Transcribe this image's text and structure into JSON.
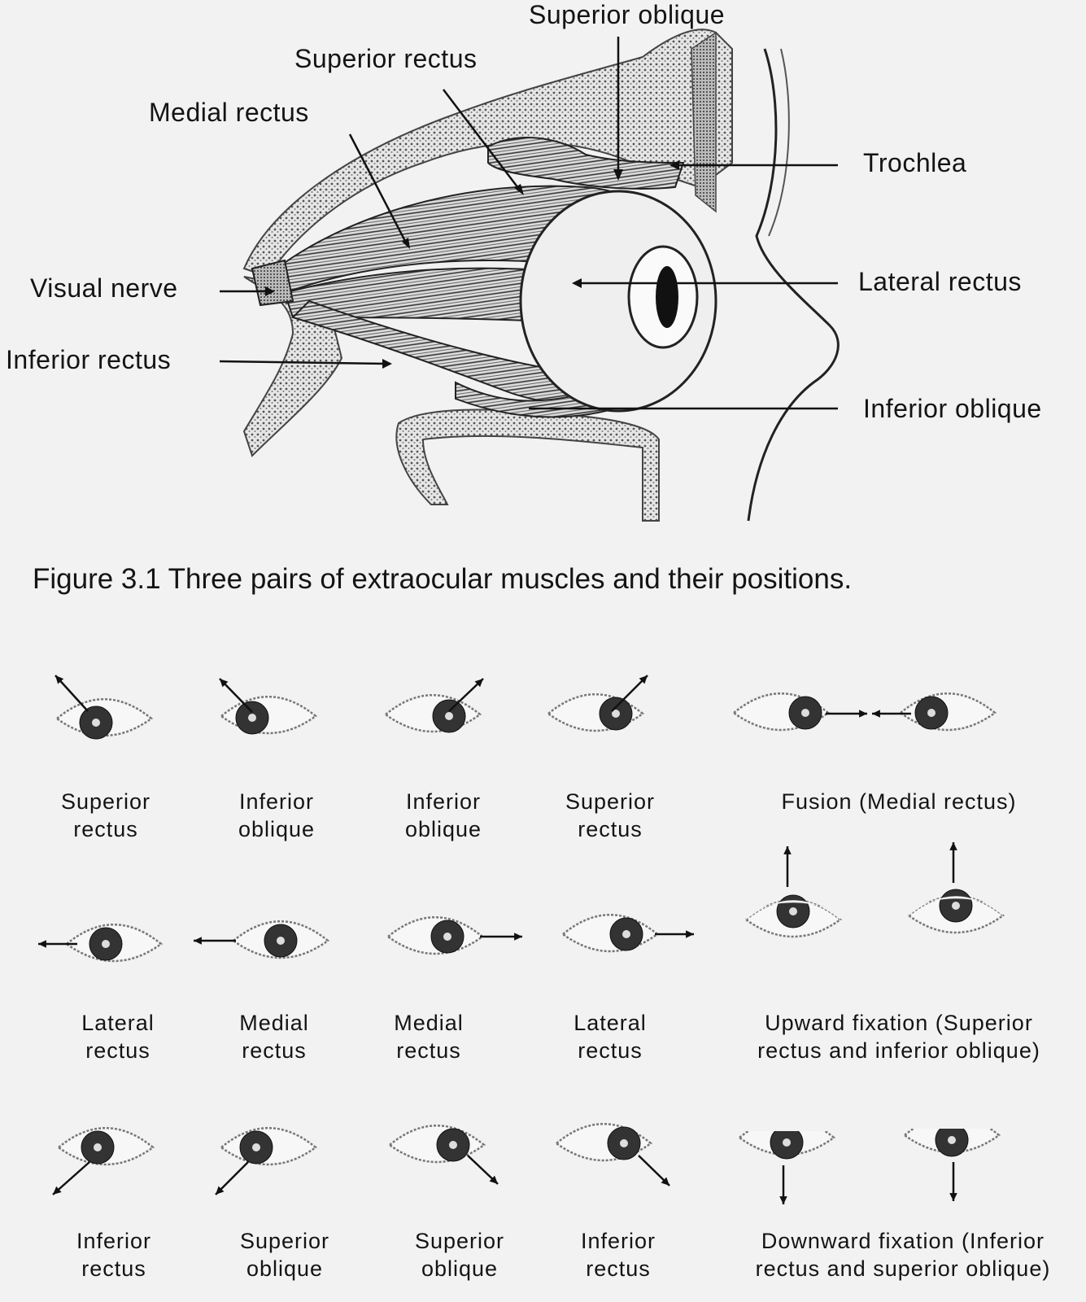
{
  "figure": {
    "caption": "Figure 3.1 Three pairs of extraocular muscles and their positions.",
    "labels": {
      "superior_oblique": "Superior oblique",
      "superior_rectus": "Superior rectus",
      "medial_rectus": "Medial rectus",
      "trochlea": "Trochlea",
      "visual_nerve": "Visual nerve",
      "lateral_rectus": "Lateral rectus",
      "inferior_rectus": "Inferior rectus",
      "inferior_oblique": "Inferior oblique"
    }
  },
  "eye_positions": {
    "row1": [
      {
        "line1": "Superior",
        "line2": "rectus"
      },
      {
        "line1": "Inferior",
        "line2": "oblique"
      },
      {
        "line1": "Inferior",
        "line2": "oblique"
      },
      {
        "line1": "Superior",
        "line2": "rectus"
      },
      {
        "line1": "Fusion (Medial rectus)",
        "line2": ""
      }
    ],
    "row2": [
      {
        "line1": "Lateral",
        "line2": "rectus"
      },
      {
        "line1": "Medial",
        "line2": "rectus"
      },
      {
        "line1": "Medial",
        "line2": "rectus"
      },
      {
        "line1": "Lateral",
        "line2": "rectus"
      },
      {
        "line1": "Upward fixation (Superior",
        "line2": "rectus and inferior oblique)"
      }
    ],
    "row3": [
      {
        "line1": "Inferior",
        "line2": "rectus"
      },
      {
        "line1": "Superior",
        "line2": "oblique"
      },
      {
        "line1": "Superior",
        "line2": "oblique"
      },
      {
        "line1": "Inferior",
        "line2": "rectus"
      },
      {
        "line1": "Downward fixation (Inferior",
        "line2": "rectus and superior oblique)"
      }
    ]
  }
}
